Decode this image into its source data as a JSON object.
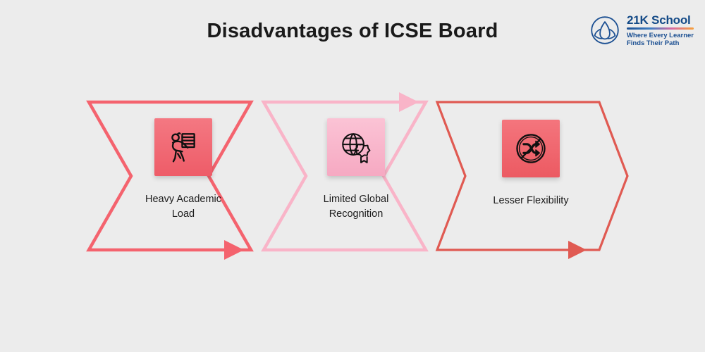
{
  "header": {
    "title": "Disadvantages of ICSE Board"
  },
  "logo": {
    "name": "21K School",
    "tagline_line1": "Where Every Learner",
    "tagline_line2": "Finds Their Path",
    "mark_icon": "lotus-in-circle-icon",
    "name_color": "#144a87",
    "tagline_color": "#1b4f92"
  },
  "background_color": "#ececec",
  "diagram": {
    "type": "chevron-process",
    "steps": [
      {
        "label_line1": "Heavy Academic",
        "label_line2": "Load",
        "label": "Heavy Academic Load",
        "icon": "person-carrying-books-icon",
        "chevron_color": "#F4636E",
        "tile_color_top": "#F47882",
        "tile_color_bottom": "#EE5C68",
        "arrow_position": "bottom"
      },
      {
        "label_line1": "Limited Global",
        "label_line2": "Recognition",
        "label": "Limited Global Recognition",
        "icon": "globe-with-award-badge-icon",
        "chevron_color": "#F9B4C8",
        "tile_color_top": "#FBC3D5",
        "tile_color_bottom": "#F6A9C2",
        "arrow_position": "top"
      },
      {
        "label_line1": "Lesser Flexibility",
        "label_line2": "",
        "label": "Lesser Flexibility",
        "icon": "no-shuffle-icon",
        "chevron_color": "#E05A52",
        "tile_color_top": "#F4757D",
        "tile_color_bottom": "#EC5A62",
        "arrow_position": "bottom"
      }
    ]
  }
}
